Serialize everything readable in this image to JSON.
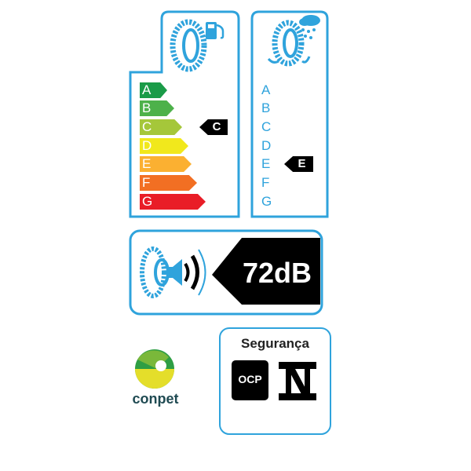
{
  "fuel_efficiency": {
    "grades": [
      "A",
      "B",
      "C",
      "D",
      "E",
      "F",
      "G"
    ],
    "rating": "C",
    "colors": [
      "#1a9b48",
      "#4db14a",
      "#a5c73a",
      "#f1e81c",
      "#fbb031",
      "#f26f23",
      "#e91d27"
    ]
  },
  "wet_grip": {
    "grades": [
      "A",
      "B",
      "C",
      "D",
      "E",
      "F",
      "G"
    ],
    "rating": "E"
  },
  "noise": {
    "value": "72dB"
  },
  "certification": {
    "title": "Segurança",
    "ocp": "OCP"
  },
  "logo": {
    "text": "conpet"
  },
  "accent": "#2fa3dc"
}
